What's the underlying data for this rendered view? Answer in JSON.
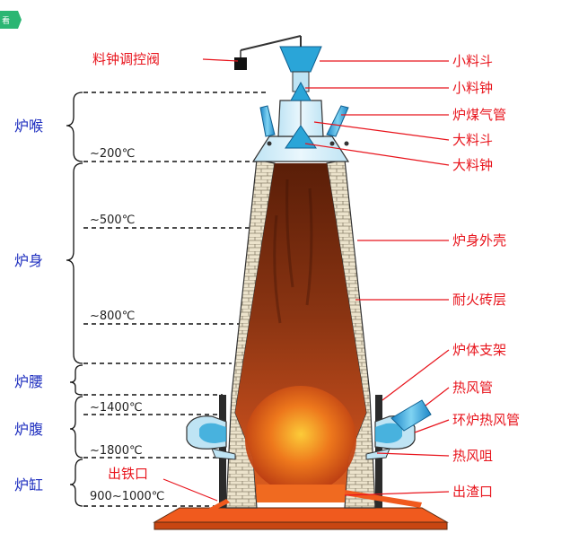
{
  "corner_badge": "看",
  "zones": [
    {
      "key": "throat",
      "label": "炉喉"
    },
    {
      "key": "shaft",
      "label": "炉身"
    },
    {
      "key": "waist",
      "label": "炉腰"
    },
    {
      "key": "bosh",
      "label": "炉腹"
    },
    {
      "key": "hearth",
      "label": "炉缸"
    }
  ],
  "temperatures": [
    "~200℃",
    "~500℃",
    "~800℃",
    "~1400℃",
    "~1800℃",
    "900~1000℃"
  ],
  "labels": {
    "valve": "料钟调控阀",
    "small_hopper": "小料斗",
    "small_bell": "小料钟",
    "gas_pipe": "炉煤气管",
    "big_hopper": "大料斗",
    "big_bell": "大料钟",
    "shell": "炉身外壳",
    "refractory": "耐火砖层",
    "support": "炉体支架",
    "hot_blast_pipe": "热风管",
    "bustle_pipe": "环炉热风管",
    "tuyere": "热风咀",
    "iron_notch": "出铁口",
    "slag_notch": "出渣口"
  },
  "colors": {
    "label_red": "#e8141c",
    "zone_blue": "#1f2fbf",
    "pipe_blue": "#2aa5d8",
    "brick": "#e9dfc8",
    "molten": "#e8501a",
    "badge": "#2bb673"
  }
}
